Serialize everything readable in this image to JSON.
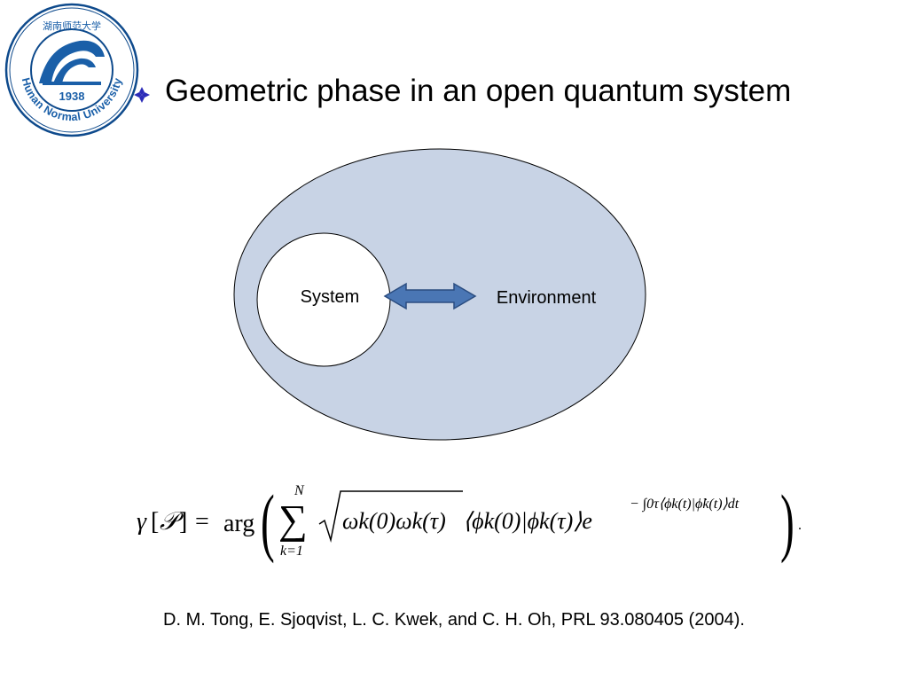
{
  "slide": {
    "logo": {
      "icon": "university-seal-icon",
      "year": "1938",
      "ring_text": "Hunan Normal University",
      "chinese_name": "湖南师范大学",
      "colors": {
        "ring": "#1a5fa8",
        "outline": "#0e4a8c"
      }
    },
    "bullet_icon": "diamond-bullet-icon",
    "title": "Geometric phase in an open quantum system",
    "diagram": {
      "system_label": "System",
      "environment_label": "Environment",
      "arrow_icon": "double-headed-arrow-icon",
      "colors": {
        "environment_fill": "#c8d3e5",
        "system_fill": "#ffffff",
        "arrow_fill": "#4a76b4",
        "arrow_stroke": "#2a4c80"
      }
    },
    "formula": {
      "gamma": "γ",
      "path_symbol": "𝒫",
      "arg": "arg",
      "sum_upper": "N",
      "sum_lower": "k=1",
      "root": "ωk(0)ωk(τ)",
      "bracket": "⟨ϕk(0)|ϕk(τ)⟩e",
      "exponent": "− ∫0τ⟨ϕk(t)|ϕ̇k(t)⟩dt",
      "terminal": "."
    },
    "citation": "D. M. Tong, E. Sjoqvist, L. C. Kwek, and C. H. Oh, PRL 93.080405 (2004)."
  }
}
